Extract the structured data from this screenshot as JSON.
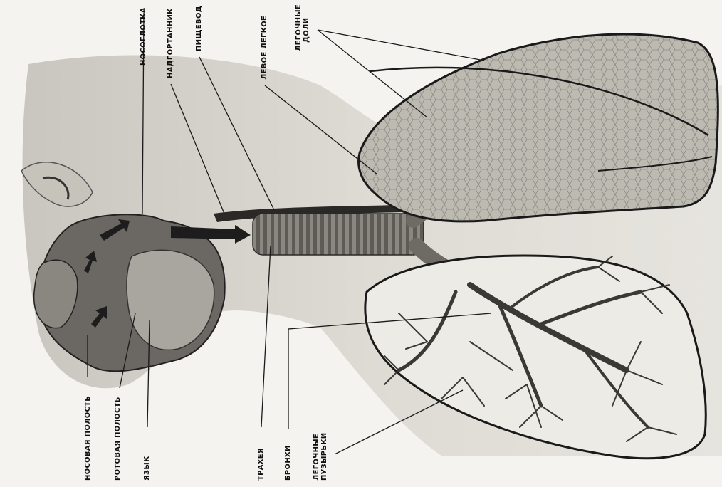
{
  "labels": {
    "nasal_cavity": "НОСОВАЯ ПОЛОСТЬ",
    "oral_cavity": "РОТОВАЯ ПОЛОСТЬ",
    "tongue": "ЯЗЫК",
    "nasopharynx": "НОСОГЛОТКА",
    "epiglottis": "НАДГОРТАННИК",
    "esophagus": "ПИЩЕВОД",
    "trachea": "ТРАХЕЯ",
    "left_lung": "ЛЕВОЕ ЛЕГКОЕ",
    "bronchi": "БРОНХИ",
    "lung_lobes": [
      "ЛЕГОЧНЫЕ",
      "ДОЛИ"
    ],
    "alveoli": [
      "ЛЕГОЧНЫЕ",
      "ПУЗЫРЬКИ"
    ]
  },
  "colors": {
    "background": "#f4f3ef",
    "skin": "#d9d6cf",
    "lung_tissue": "#b9b6ae",
    "airway": "#6e6b65",
    "outline": "#1a1a1a",
    "label_text": "#111111"
  }
}
